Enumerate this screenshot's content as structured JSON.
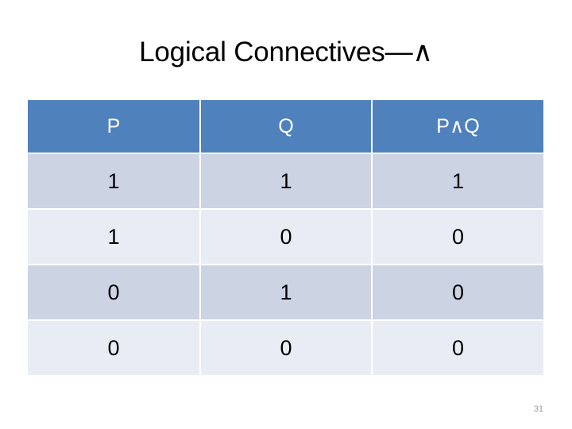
{
  "slide": {
    "title": "Logical Connectives—∧",
    "page_number": "31",
    "colors": {
      "header_fill": "#4f81bd",
      "row_dark_fill": "#ccd3e3",
      "row_light_fill": "#e8edf5",
      "header_text": "#ffffff",
      "body_text": "#000000",
      "page_number_text": "#9a9a9a",
      "background": "#ffffff"
    }
  },
  "table": {
    "name": "truth-table-and",
    "headers": [
      "P",
      "Q",
      "P∧Q"
    ],
    "rows": [
      {
        "cells": [
          "1",
          "1",
          "1"
        ]
      },
      {
        "cells": [
          "1",
          "0",
          "0"
        ]
      },
      {
        "cells": [
          "0",
          "1",
          "0"
        ]
      },
      {
        "cells": [
          "0",
          "0",
          "0"
        ]
      }
    ]
  }
}
